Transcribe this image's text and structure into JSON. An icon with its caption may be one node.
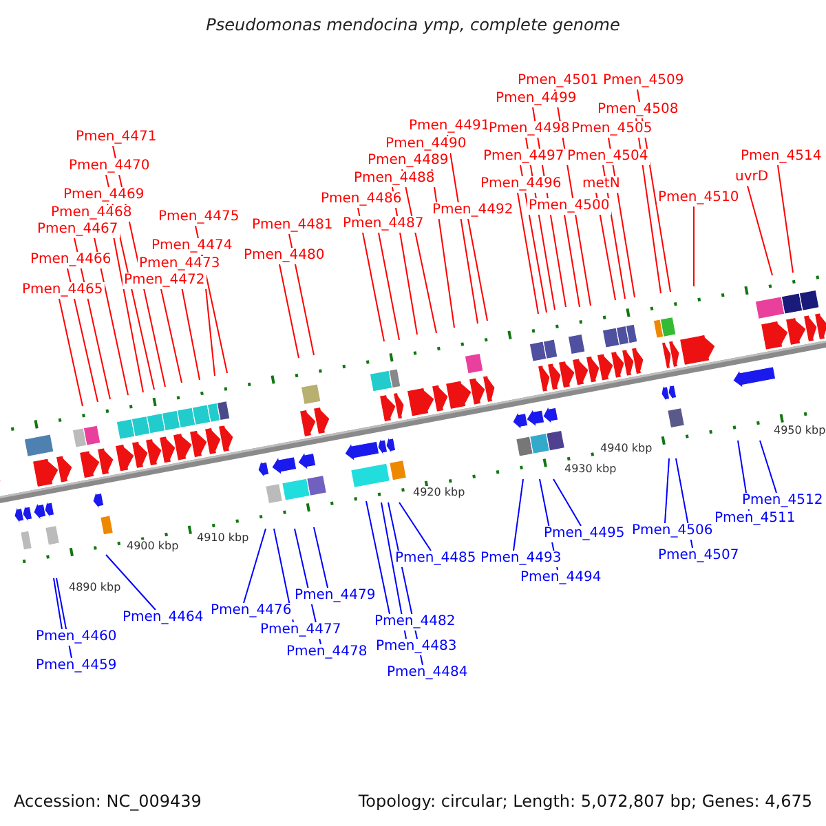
{
  "diagram": {
    "title": "Pseudomonas mendocina ymp, complete genome",
    "nodes": [
      {
        "text": [
          "Pmen_4465"
        ]
      },
      {
        "text": [
          "Pmen_4466"
        ]
      },
      {
        "text": [
          "Pmen_4467"
        ]
      },
      {
        "text": [
          "Pmen_4468"
        ]
      },
      {
        "text": [
          "Pmen_4469"
        ]
      },
      {
        "text": [
          "Pmen_4470"
        ]
      },
      {
        "text": [
          "Pmen_4471"
        ]
      },
      {
        "text": [
          "Pmen_4472"
        ]
      },
      {
        "text": [
          "Pmen_4473"
        ]
      },
      {
        "text": [
          "Pmen_4474"
        ]
      },
      {
        "text": [
          "Pmen_4475"
        ]
      },
      {
        "text": [
          "Pmen_4480"
        ]
      },
      {
        "text": [
          "Pmen_4481"
        ]
      },
      {
        "text": [
          "Pmen_4486"
        ]
      },
      {
        "text": [
          "Pmen_4487"
        ]
      },
      {
        "text": [
          "Pmen_4488"
        ]
      },
      {
        "text": [
          "Pmen_4489"
        ]
      },
      {
        "text": [
          "Pmen_4490"
        ]
      },
      {
        "text": [
          "Pmen_4491"
        ]
      },
      {
        "text": [
          "Pmen_4492"
        ]
      },
      {
        "text": [
          "Pmen_4496"
        ]
      },
      {
        "text": [
          "Pmen_4497"
        ]
      },
      {
        "text": [
          "Pmen_4498"
        ]
      },
      {
        "text": [
          "Pmen_4499"
        ]
      },
      {
        "text": [
          "Pmen_4500"
        ]
      },
      {
        "text": [
          "Pmen_4501"
        ]
      },
      {
        "text": [
          "metN"
        ]
      },
      {
        "text": [
          "Pmen_4504"
        ]
      },
      {
        "text": [
          "Pmen_4505"
        ]
      },
      {
        "text": [
          "Pmen_4508"
        ]
      },
      {
        "text": [
          "Pmen_4509"
        ]
      },
      {
        "text": [
          "Pmen_4510"
        ]
      },
      {
        "text": [
          "uvrD"
        ]
      },
      {
        "text": [
          "Pmen_4514"
        ]
      },
      {
        "text": [
          "Pmen_4459"
        ]
      },
      {
        "text": [
          "Pmen_4460"
        ]
      },
      {
        "text": [
          "Pmen_4464"
        ]
      },
      {
        "text": [
          "Pmen_4476"
        ]
      },
      {
        "text": [
          "Pmen_4477"
        ]
      },
      {
        "text": [
          "Pmen_4478"
        ]
      },
      {
        "text": [
          "Pmen_4479"
        ]
      },
      {
        "text": [
          "Pmen_4482"
        ]
      },
      {
        "text": [
          "Pmen_4483"
        ]
      },
      {
        "text": [
          "Pmen_4484"
        ]
      },
      {
        "text": [
          "Pmen_4485"
        ]
      },
      {
        "text": [
          "Pmen_4493"
        ]
      },
      {
        "text": [
          "Pmen_4494"
        ]
      },
      {
        "text": [
          "Pmen_4495"
        ]
      },
      {
        "text": [
          "Pmen_4506"
        ]
      },
      {
        "text": [
          "Pmen_4507"
        ]
      },
      {
        "text": [
          "Pmen_4511"
        ]
      },
      {
        "text": [
          "Pmen_4512"
        ]
      }
    ],
    "edges": [
      {
        "from": 0,
        "to": null,
        "arrow": "none"
      },
      {
        "from": 1,
        "to": null,
        "arrow": "none"
      },
      {
        "from": 2,
        "to": null,
        "arrow": "none"
      },
      {
        "from": 3,
        "to": null,
        "arrow": "none"
      },
      {
        "from": 4,
        "to": null,
        "arrow": "none"
      },
      {
        "from": 5,
        "to": null,
        "arrow": "none"
      },
      {
        "from": 6,
        "to": null,
        "arrow": "none"
      },
      {
        "from": 7,
        "to": null,
        "arrow": "none"
      },
      {
        "from": 8,
        "to": null,
        "arrow": "none"
      },
      {
        "from": 9,
        "to": null,
        "arrow": "none"
      },
      {
        "from": 10,
        "to": null,
        "arrow": "none"
      },
      {
        "from": 11,
        "to": null,
        "arrow": "none"
      },
      {
        "from": 12,
        "to": null,
        "arrow": "none"
      },
      {
        "from": 13,
        "to": null,
        "arrow": "none"
      },
      {
        "from": 14,
        "to": null,
        "arrow": "none"
      },
      {
        "from": 15,
        "to": null,
        "arrow": "none"
      },
      {
        "from": 16,
        "to": null,
        "arrow": "none"
      },
      {
        "from": 17,
        "to": null,
        "arrow": "none"
      },
      {
        "from": 18,
        "to": null,
        "arrow": "none"
      },
      {
        "from": 19,
        "to": null,
        "arrow": "none"
      },
      {
        "from": 20,
        "to": null,
        "arrow": "none"
      },
      {
        "from": 21,
        "to": null,
        "arrow": "none"
      },
      {
        "from": 22,
        "to": null,
        "arrow": "none"
      },
      {
        "from": 23,
        "to": null,
        "arrow": "none"
      },
      {
        "from": 24,
        "to": null,
        "arrow": "none"
      },
      {
        "from": 25,
        "to": null,
        "arrow": "none"
      },
      {
        "from": 26,
        "to": null,
        "arrow": "none"
      },
      {
        "from": 27,
        "to": null,
        "arrow": "none"
      },
      {
        "from": 28,
        "to": null,
        "arrow": "none"
      },
      {
        "from": 29,
        "to": null,
        "arrow": "none"
      },
      {
        "from": 30,
        "to": null,
        "arrow": "none"
      },
      {
        "from": 31,
        "to": null,
        "arrow": "none"
      },
      {
        "from": 32,
        "to": null,
        "arrow": "none"
      },
      {
        "from": 33,
        "to": null,
        "arrow": "none"
      },
      {
        "from": 34,
        "to": null,
        "arrow": "none",
        "color": "#0000ff"
      },
      {
        "from": 35,
        "to": null,
        "arrow": "none",
        "color": "#0000ff"
      },
      {
        "from": 36,
        "to": null,
        "arrow": "none",
        "color": "#0000ff"
      },
      {
        "from": 37,
        "to": null,
        "arrow": "none",
        "color": "#0000ff"
      },
      {
        "from": 38,
        "to": null,
        "arrow": "none",
        "color": "#0000ff"
      },
      {
        "from": 39,
        "to": null,
        "arrow": "none",
        "color": "#0000ff"
      },
      {
        "from": 40,
        "to": null,
        "arrow": "none",
        "color": "#0000ff"
      },
      {
        "from": 41,
        "to": null,
        "arrow": "none",
        "color": "#0000ff"
      },
      {
        "from": 42,
        "to": null,
        "arrow": "none",
        "color": "#0000ff"
      },
      {
        "from": 43,
        "to": null,
        "arrow": "none",
        "color": "#0000ff"
      },
      {
        "from": 44,
        "to": null,
        "arrow": "none",
        "color": "#0000ff"
      },
      {
        "from": 45,
        "to": null,
        "arrow": "none",
        "color": "#0000ff"
      },
      {
        "from": 46,
        "to": null,
        "arrow": "none",
        "color": "#0000ff"
      },
      {
        "from": 47,
        "to": null,
        "arrow": "none",
        "color": "#0000ff"
      },
      {
        "from": 48,
        "to": null,
        "arrow": "none",
        "color": "#0000ff"
      },
      {
        "from": 49,
        "to": null,
        "arrow": "none",
        "color": "#0000ff"
      },
      {
        "from": 50,
        "to": null,
        "arrow": "none",
        "color": "#0000ff"
      },
      {
        "from": 51,
        "to": null,
        "arrow": "none",
        "color": "#0000ff"
      }
    ],
    "labels": [
      "4890 kbp",
      "4900 kbp",
      "4910 kbp",
      "4920 kbp",
      "4930 kbp",
      "4940 kbp",
      "4950 kbp",
      "Accession: NC_009439",
      "Topology: circular; Length: 5,072,807 bp; Genes: 4,675"
    ]
  }
}
